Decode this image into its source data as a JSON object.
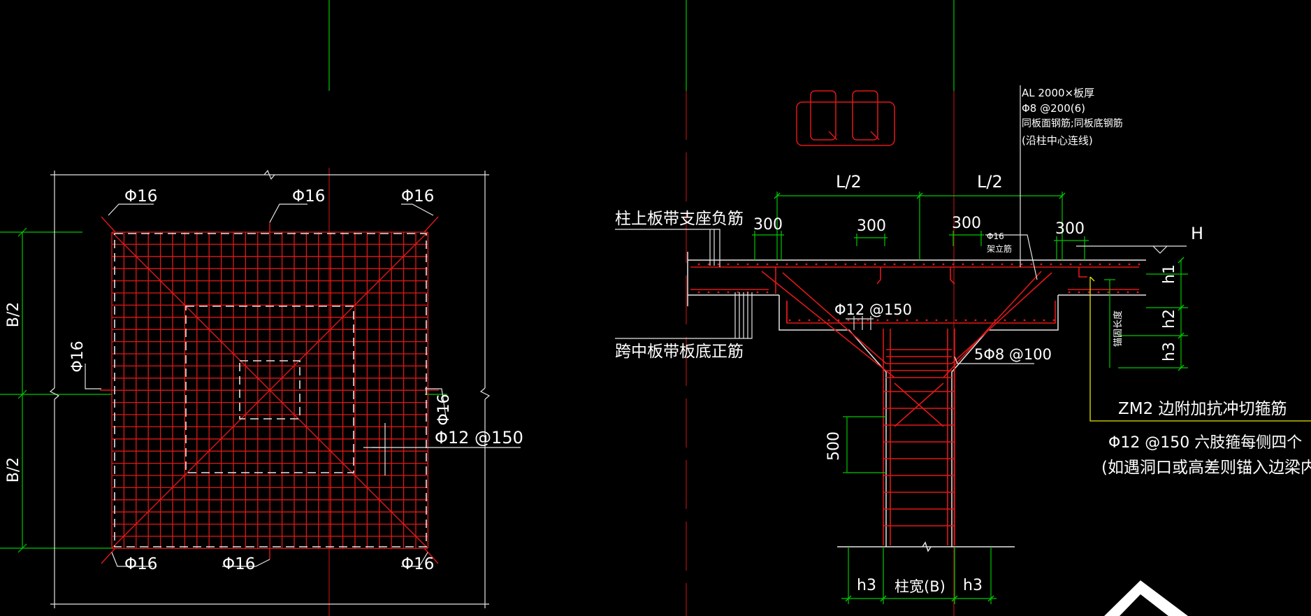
{
  "colors": {
    "background": "#000000",
    "rebar": "#e01818",
    "dimension": "#00c800",
    "axis": "#00c800",
    "outline": "#e6e6e6",
    "leader": "#e6e6e6",
    "callout": "#e6e600",
    "text": "#ffffff"
  },
  "plan": {
    "phi16_top_left": "Φ16",
    "phi16_top_center": "Φ16",
    "phi16_top_right": "Φ16",
    "phi16_left": "Φ16",
    "phi16_right": "Φ16",
    "phi16_bottom_left": "Φ16",
    "phi16_bottom_center": "Φ16",
    "phi16_bottom_right": "Φ16",
    "stirrup_label": "Φ12 @150",
    "dim_top": "B/2",
    "dim_bottom": "B/2"
  },
  "section": {
    "half_span_left": "L/2",
    "half_span_right": "L/2",
    "dim_300_a": "300",
    "dim_300_b": "300",
    "dim_300_c": "300",
    "dim_300_d": "300",
    "top_rebar_label": "柱上板带支座负筋",
    "bottom_rebar_label": "跨中板带板底正筋",
    "axis_label": "H",
    "beam_note": [
      "AL 2000×板厚",
      "Φ8 @200(6)",
      "同板面钢筋;同板底钢筋",
      "(沿柱中心连线)"
    ],
    "phi16_small": "Φ16",
    "small_note": "架立筋",
    "cap_stirrup": "Φ12 @150",
    "column_stirrup": "5Φ8 @100",
    "h1": "h1",
    "h2": "h2",
    "h3_right": "h3",
    "anchor_note": "锚固长度",
    "dim_500": "500",
    "dim_h3_left": "h3",
    "dim_col_width": "柱宽(B)",
    "dim_h3_right": "h3",
    "zm2_note": "ZM2 边附加抗冲切箍筋",
    "note_line1": "Φ12 @150 六肢箍每侧四个",
    "note_line2": "(如遇洞口或高差则锚入边梁内LaF)"
  }
}
